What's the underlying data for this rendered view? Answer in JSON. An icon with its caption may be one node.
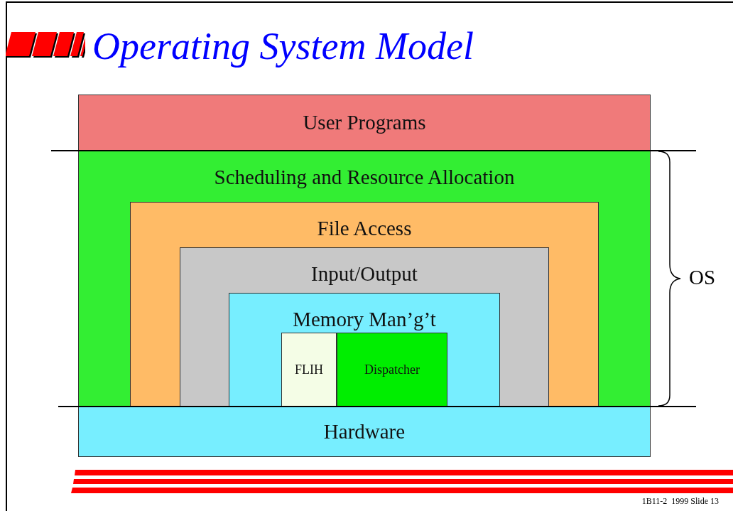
{
  "diagram": {
    "title": "Operating System Model",
    "nodes": [
      {
        "text": [
          "User Programs"
        ]
      },
      {
        "text": [
          "Scheduling and Resource Allocation"
        ]
      },
      {
        "text": [
          "File Access"
        ],
        "in": 1
      },
      {
        "text": [
          "Input/Output"
        ],
        "in": 2
      },
      {
        "text": [
          "Memory Man’g’t"
        ],
        "in": 3
      },
      {
        "text": [
          "FLIH"
        ],
        "in": 4
      },
      {
        "text": [
          "Dispatcher"
        ],
        "in": 4
      },
      {
        "text": [
          "Hardware"
        ]
      }
    ],
    "edges": [],
    "labels": [
      "OS",
      "1B11-2  1999 Slide 13"
    ]
  }
}
